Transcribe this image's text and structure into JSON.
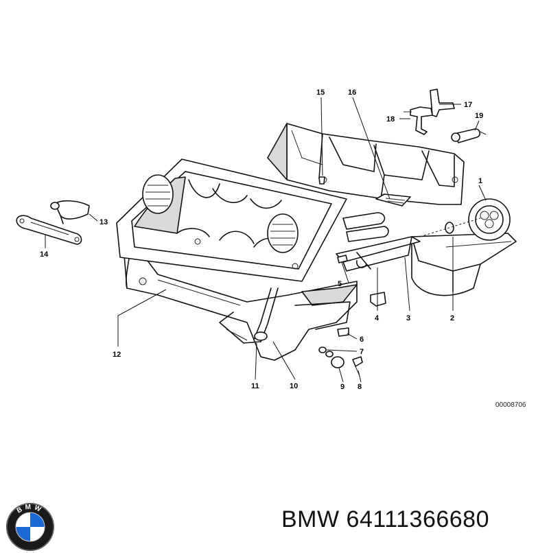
{
  "diagram": {
    "callouts": [
      {
        "id": "c1",
        "label": "1"
      },
      {
        "id": "c2",
        "label": "2"
      },
      {
        "id": "c3",
        "label": "3"
      },
      {
        "id": "c4",
        "label": "4"
      },
      {
        "id": "c5",
        "label": "5"
      },
      {
        "id": "c6",
        "label": "6"
      },
      {
        "id": "c7",
        "label": "7"
      },
      {
        "id": "c8",
        "label": "8"
      },
      {
        "id": "c9",
        "label": "9"
      },
      {
        "id": "c10",
        "label": "10"
      },
      {
        "id": "c11",
        "label": "11"
      },
      {
        "id": "c12",
        "label": "12"
      },
      {
        "id": "c13",
        "label": "13"
      },
      {
        "id": "c14",
        "label": "14"
      },
      {
        "id": "c15",
        "label": "15"
      },
      {
        "id": "c16",
        "label": "16"
      },
      {
        "id": "c17",
        "label": "17"
      },
      {
        "id": "c18",
        "label": "18"
      },
      {
        "id": "c19",
        "label": "19"
      }
    ],
    "reference_number": "00008706"
  },
  "footer": {
    "logo_icon": "bmw-roundel-icon",
    "logo_letters": "BMW",
    "caption": "BMW 64111366680"
  },
  "colors": {
    "ink": "#111111",
    "logo_blue": "#1c69d4",
    "logo_ring": "#1a1a1a"
  }
}
